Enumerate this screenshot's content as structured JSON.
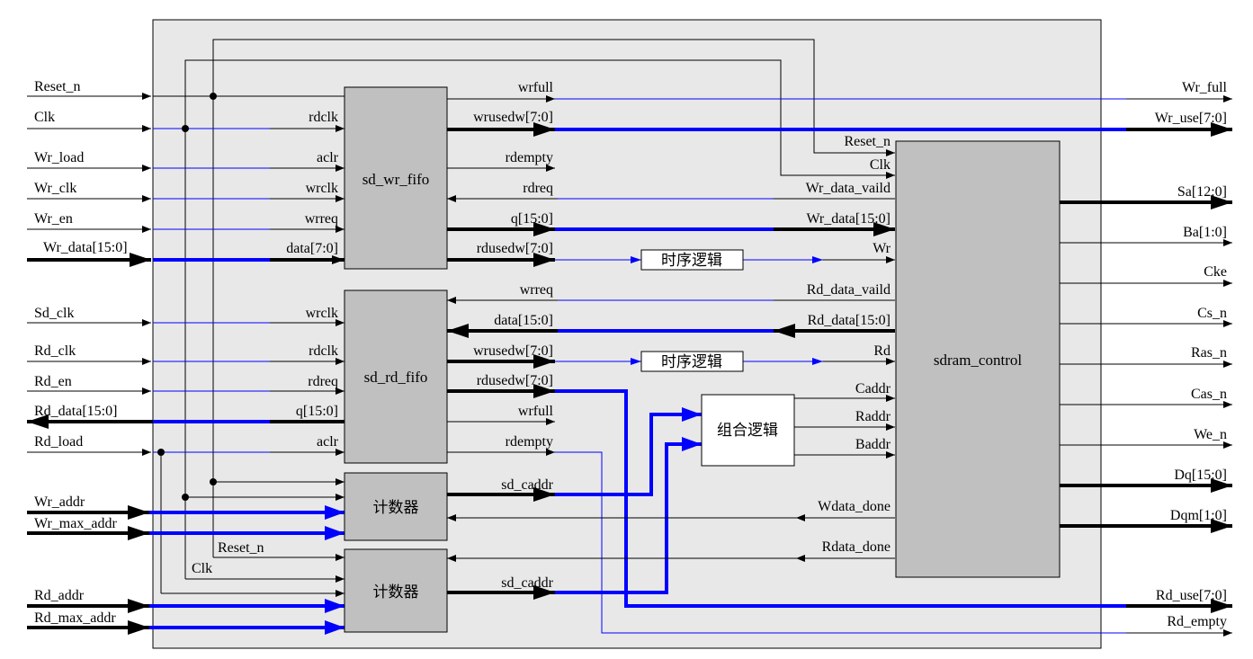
{
  "colors": {
    "signal": "#000000",
    "highlight": "#0000ff",
    "panel_fill": "#e8e8e8",
    "block_fill": "#c0c0c0",
    "box_fill": "#ffffff"
  },
  "blocks": {
    "wr_fifo": "sd_wr_fifo",
    "rd_fifo": "sd_rd_fifo",
    "sdram_control": "sdram_control",
    "counter_wr": "计数器",
    "counter_rd": "计数器",
    "combo": "组合逻辑",
    "timing_wr": "时序逻辑",
    "timing_rd": "时序逻辑"
  },
  "inputs": {
    "reset_n": "Reset_n",
    "clk": "Clk",
    "wr_load": "Wr_load",
    "wr_clk": "Wr_clk",
    "wr_en": "Wr_en",
    "wr_data": "Wr_data[15:0]",
    "sd_clk": "Sd_clk",
    "rd_clk": "Rd_clk",
    "rd_en": "Rd_en",
    "rd_data": "Rd_data[15:0]",
    "rd_load": "Rd_load",
    "wr_addr": "Wr_addr",
    "wr_max_addr": "Wr_max_addr",
    "rd_addr": "Rd_addr",
    "rd_max_addr": "Rd_max_addr"
  },
  "outputs": {
    "wr_full": "Wr_full",
    "wr_use": "Wr_use[7:0]",
    "sa": "Sa[12:0]",
    "ba": "Ba[1:0]",
    "cke": "Cke",
    "cs_n": "Cs_n",
    "ras_n": "Ras_n",
    "cas_n": "Cas_n",
    "we_n": "We_n",
    "dq": "Dq[15:0]",
    "dqm": "Dqm[1:0]",
    "rd_use": "Rd_use[7:0]",
    "rd_empty": "Rd_empty"
  },
  "wr_fifo_ports": {
    "rdclk": "rdclk",
    "aclr": "aclr",
    "wrclk": "wrclk",
    "wrreq": "wrreq",
    "data": "data[7:0]",
    "wrfull": "wrfull",
    "wrusedw": "wrusedw[7:0]",
    "rdempty": "rdempty",
    "rdreq": "rdreq",
    "q": "q[15:0]",
    "rdusedw": "rdusedw[7:0]"
  },
  "rd_fifo_ports": {
    "wrclk": "wrclk",
    "rdclk": "rdclk",
    "rdreq": "rdreq",
    "q": "q[15:0]",
    "aclr": "aclr",
    "wrreq": "wrreq",
    "data": "data[15:0]",
    "wrusedw": "wrusedw[7:0]",
    "rdusedw": "rdusedw[7:0]",
    "wrfull": "wrfull",
    "rdempty": "rdempty"
  },
  "sdram_ports": {
    "reset_n": "Reset_n",
    "clk": "Clk",
    "wr_data_vaild": "Wr_data_vaild",
    "wr_data": "Wr_data[15:0]",
    "wr": "Wr",
    "rd_data_vaild": "Rd_data_vaild",
    "rd_data": "Rd_data[15:0]",
    "rd": "Rd",
    "caddr": "Caddr",
    "raddr": "Raddr",
    "baddr": "Baddr",
    "wdata_done": "Wdata_done",
    "rdata_done": "Rdata_done"
  },
  "counter_ports": {
    "sd_caddr_1": "sd_caddr",
    "sd_caddr_2": "sd_caddr",
    "reset_n": "Reset_n",
    "clk": "Clk"
  }
}
